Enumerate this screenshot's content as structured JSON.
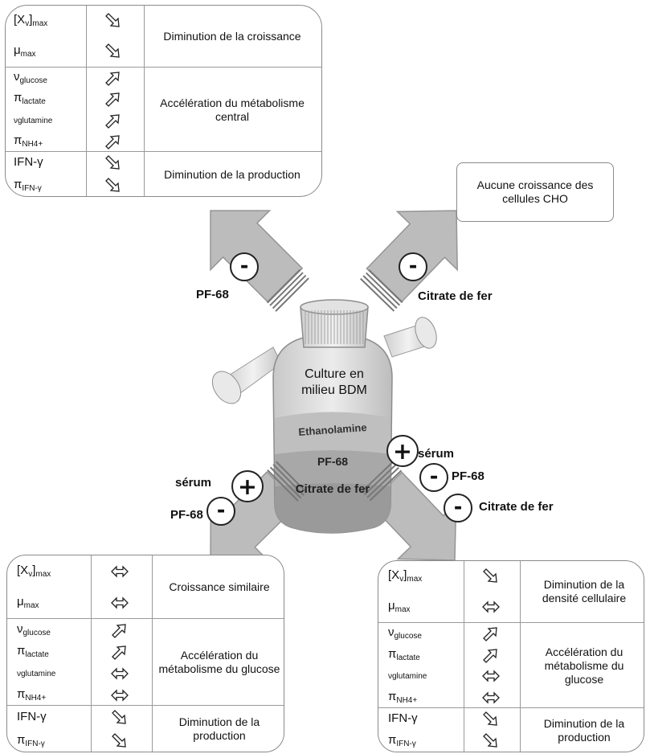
{
  "center": {
    "bottle_label_line1": "Culture en",
    "bottle_label_line2": "milieu BDM",
    "band1": "Ethanolamine",
    "band2": "PF-68",
    "band3": "Citrate de fer"
  },
  "top_left": {
    "arrow_label": "PF-68",
    "sign": "-",
    "rows": [
      {
        "effect": "Diminution de la croissance",
        "items": [
          {
            "main": "[X",
            "sub": "v",
            "after": "]",
            "sub2": "max",
            "arrow": "down"
          },
          {
            "main": "μ",
            "sub": "max",
            "after": "",
            "sub2": "",
            "arrow": "down"
          }
        ]
      },
      {
        "effect": "Accélération du métabolisme central",
        "items": [
          {
            "main": "ν",
            "sub": "glucose",
            "after": "",
            "sub2": "",
            "arrow": "up"
          },
          {
            "main": "π",
            "sub": "lactate",
            "after": "",
            "sub2": "",
            "arrow": "up"
          },
          {
            "main": "",
            "sub": "νglutamine",
            "after": "",
            "sub2": "",
            "arrow": "up"
          },
          {
            "main": "π",
            "sub": "NH4+",
            "after": "",
            "sub2": "",
            "arrow": "up"
          }
        ]
      },
      {
        "effect": "Diminution de la production",
        "items": [
          {
            "main": "IFN-γ",
            "sub": "",
            "after": "",
            "sub2": "",
            "arrow": "down"
          },
          {
            "main": "π",
            "sub": "IFN-γ",
            "after": "",
            "sub2": "",
            "arrow": "down"
          }
        ]
      }
    ]
  },
  "top_right": {
    "arrow_label": "Citrate de fer",
    "sign": "-",
    "note": "Aucune croissance des cellules CHO"
  },
  "bottom_left": {
    "label_plus": "sérum",
    "label_minus": "PF-68",
    "sign_plus": "+",
    "sign_minus": "-",
    "rows": [
      {
        "effect": "Croissance similaire",
        "items": [
          {
            "main": "[X",
            "sub": "v",
            "after": "]",
            "sub2": "max",
            "arrow": "equal"
          },
          {
            "main": "μ",
            "sub": "max",
            "after": "",
            "sub2": "",
            "arrow": "equal"
          }
        ]
      },
      {
        "effect": "Accélération du métabolisme du glucose",
        "items": [
          {
            "main": "ν",
            "sub": "glucose",
            "after": "",
            "sub2": "",
            "arrow": "up"
          },
          {
            "main": "π",
            "sub": "lactate",
            "after": "",
            "sub2": "",
            "arrow": "up"
          },
          {
            "main": "",
            "sub": "νglutamine",
            "after": "",
            "sub2": "",
            "arrow": "equal"
          },
          {
            "main": "π",
            "sub": "NH4+",
            "after": "",
            "sub2": "",
            "arrow": "equal"
          }
        ]
      },
      {
        "effect": "Diminution de la production",
        "items": [
          {
            "main": "IFN-γ",
            "sub": "",
            "after": "",
            "sub2": "",
            "arrow": "down"
          },
          {
            "main": "π",
            "sub": "IFN-γ",
            "after": "",
            "sub2": "",
            "arrow": "down"
          }
        ]
      }
    ]
  },
  "bottom_right": {
    "label_plus": "sérum",
    "label_minus1": "PF-68",
    "label_minus2": "Citrate de fer",
    "sign_plus": "+",
    "sign_minus": "-",
    "rows": [
      {
        "effect": "Diminution de la densité cellulaire",
        "items": [
          {
            "main": "[X",
            "sub": "v",
            "after": "]",
            "sub2": "max",
            "arrow": "down"
          },
          {
            "main": "μ",
            "sub": "max",
            "after": "",
            "sub2": "",
            "arrow": "equal"
          }
        ]
      },
      {
        "effect": "Accélération du métabolisme du glucose",
        "items": [
          {
            "main": "ν",
            "sub": "glucose",
            "after": "",
            "sub2": "",
            "arrow": "up"
          },
          {
            "main": "π",
            "sub": "lactate",
            "after": "",
            "sub2": "",
            "arrow": "up"
          },
          {
            "main": "",
            "sub": "νglutamine",
            "after": "",
            "sub2": "",
            "arrow": "equal"
          },
          {
            "main": "π",
            "sub": "NH4+",
            "after": "",
            "sub2": "",
            "arrow": "equal"
          }
        ]
      },
      {
        "effect": "Diminution de la production",
        "items": [
          {
            "main": "IFN-γ",
            "sub": "",
            "after": "",
            "sub2": "",
            "arrow": "down"
          },
          {
            "main": "π",
            "sub": "IFN-γ",
            "after": "",
            "sub2": "",
            "arrow": "down"
          }
        ]
      }
    ]
  },
  "colors": {
    "arrow_fill": "#b9b9b9",
    "arrow_stroke": "#8f8f8f",
    "box_border": "#8a8a8a",
    "bottle": "#d8d8d8"
  }
}
